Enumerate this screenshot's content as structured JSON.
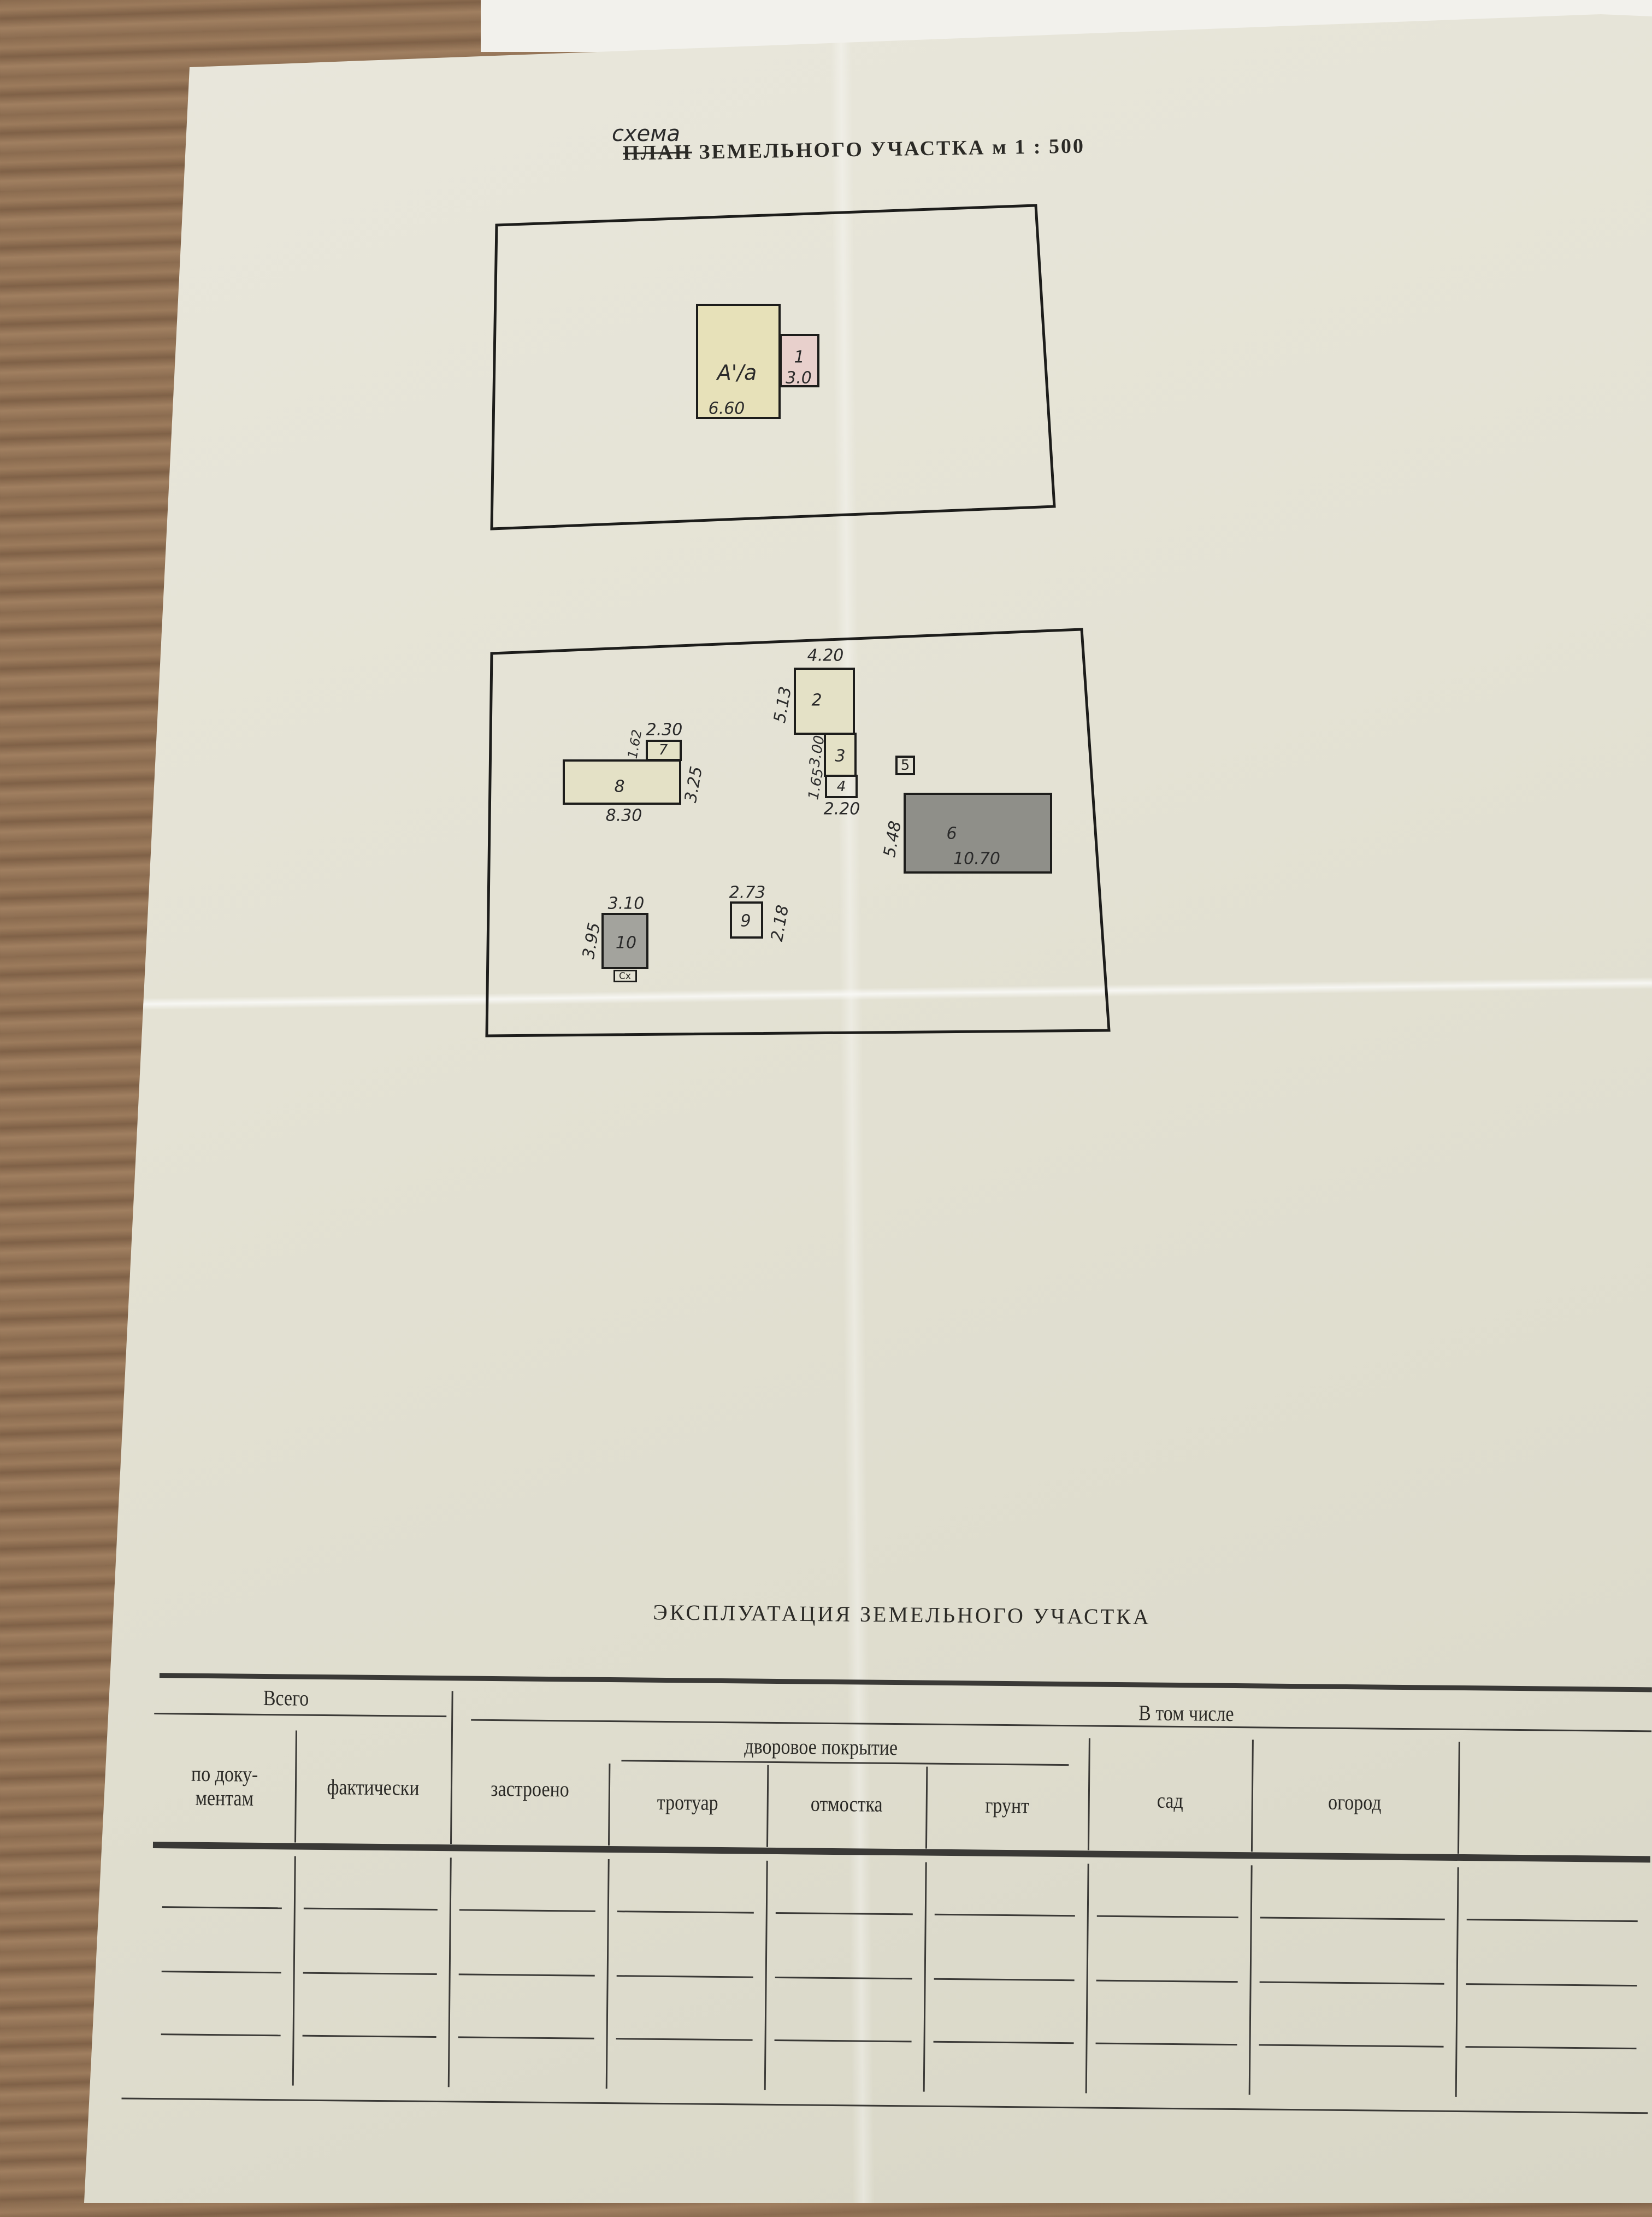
{
  "plan_title": {
    "handwritten_correction": "схема",
    "struck_word": "План",
    "rest": "ЗЕМЕЛЬНОГО УЧАСТКА м 1 : 500"
  },
  "plan_top": {
    "main_building": {
      "label": "А'/а",
      "dimension": "6.60",
      "color": "#e6e0b4"
    },
    "annex": {
      "label": "1",
      "dimension": "3.0",
      "color": "#e8d0cc"
    }
  },
  "plan_bottom": {
    "b2": {
      "label": "2",
      "width": "4.20",
      "height": "5.13"
    },
    "b3": {
      "label": "3",
      "height": "3.00"
    },
    "b4": {
      "label": "4",
      "width": "2.20",
      "height": "1.65"
    },
    "b5": {
      "label": "5"
    },
    "b6": {
      "label": "6",
      "width": "10.70",
      "height": "5.48",
      "color": "#8f8f89"
    },
    "b7": {
      "label": "7",
      "width": "2.30",
      "height": "1.62"
    },
    "b8": {
      "label": "8",
      "width": "8.30",
      "height": "3.25"
    },
    "b9": {
      "label": "9",
      "width": "2.73",
      "height": "2.18"
    },
    "b10": {
      "label": "10",
      "width": "3.10",
      "height": "3.95",
      "color": "#a3a39d"
    },
    "cx": {
      "label": "Сх"
    }
  },
  "table": {
    "title": "ЭКСПЛУАТАЦИЯ ЗЕМЕЛЬНОГО УЧАСТКА",
    "group_total": "Всего",
    "group_including": "В том числе",
    "group_yard": "дворовое покрытие",
    "columns": [
      "по доку-\nментам",
      "фактически",
      "застроено",
      "тротуар",
      "отмостка",
      "грунт",
      "сад",
      "огород",
      ""
    ],
    "rows": [
      [
        "",
        "",
        "",
        "",
        "",
        "",
        "",
        "",
        ""
      ],
      [
        "",
        "",
        "",
        "",
        "",
        "",
        "",
        "",
        ""
      ],
      [
        "",
        "",
        "",
        "",
        "",
        "",
        "",
        "",
        ""
      ]
    ]
  }
}
